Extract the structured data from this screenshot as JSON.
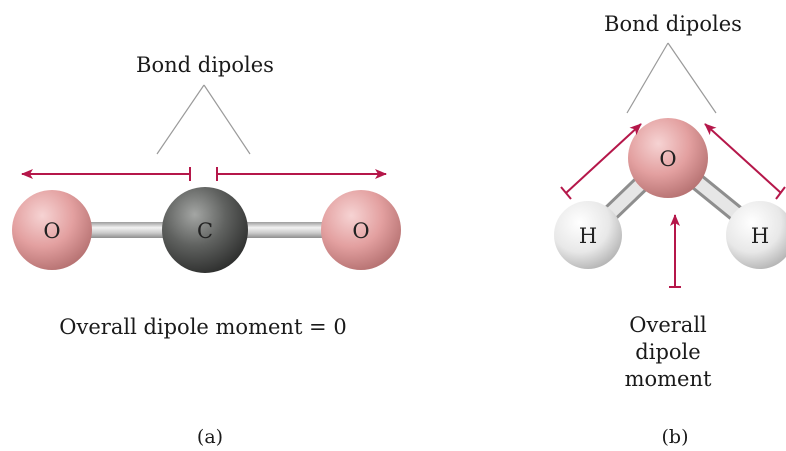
{
  "panel_a": {
    "bond_dipoles_label": "Bond dipoles",
    "atoms": {
      "left": "O",
      "center": "C",
      "right": "O"
    },
    "overall_label": "Overall dipole moment = 0",
    "caption": "(a)"
  },
  "panel_b": {
    "bond_dipoles_label": "Bond dipoles",
    "atoms": {
      "top": "O",
      "left": "H",
      "right": "H"
    },
    "overall_label_lines": [
      "Overall",
      "dipole",
      "moment"
    ],
    "caption": "(b)"
  },
  "colors": {
    "arrow": "#b5174a",
    "oxygen": "#e6a1a1",
    "carbon": "#5c5e5c",
    "hydrogen": "#efefef",
    "bond": "#c9c9c9",
    "pointer_line": "#9a9a9a"
  }
}
